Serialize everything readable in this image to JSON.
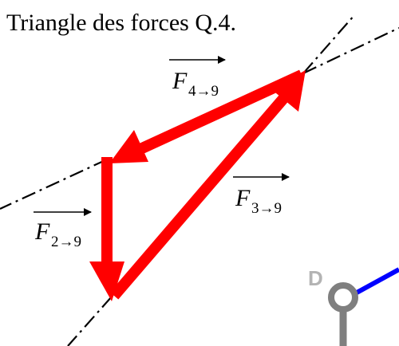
{
  "title": "Triangle des forces Q.4.",
  "forces": [
    {
      "id": "f4",
      "base": "F",
      "sub": "4→9"
    },
    {
      "id": "f3",
      "base": "F",
      "sub": "3→9"
    },
    {
      "id": "f2",
      "base": "F",
      "sub": "2→9"
    }
  ],
  "point_label": "D",
  "colors": {
    "force": "#ff0000",
    "line": "#000000",
    "joint": "#7f7f7f",
    "member": "#0000ff",
    "text": "#000000"
  }
}
